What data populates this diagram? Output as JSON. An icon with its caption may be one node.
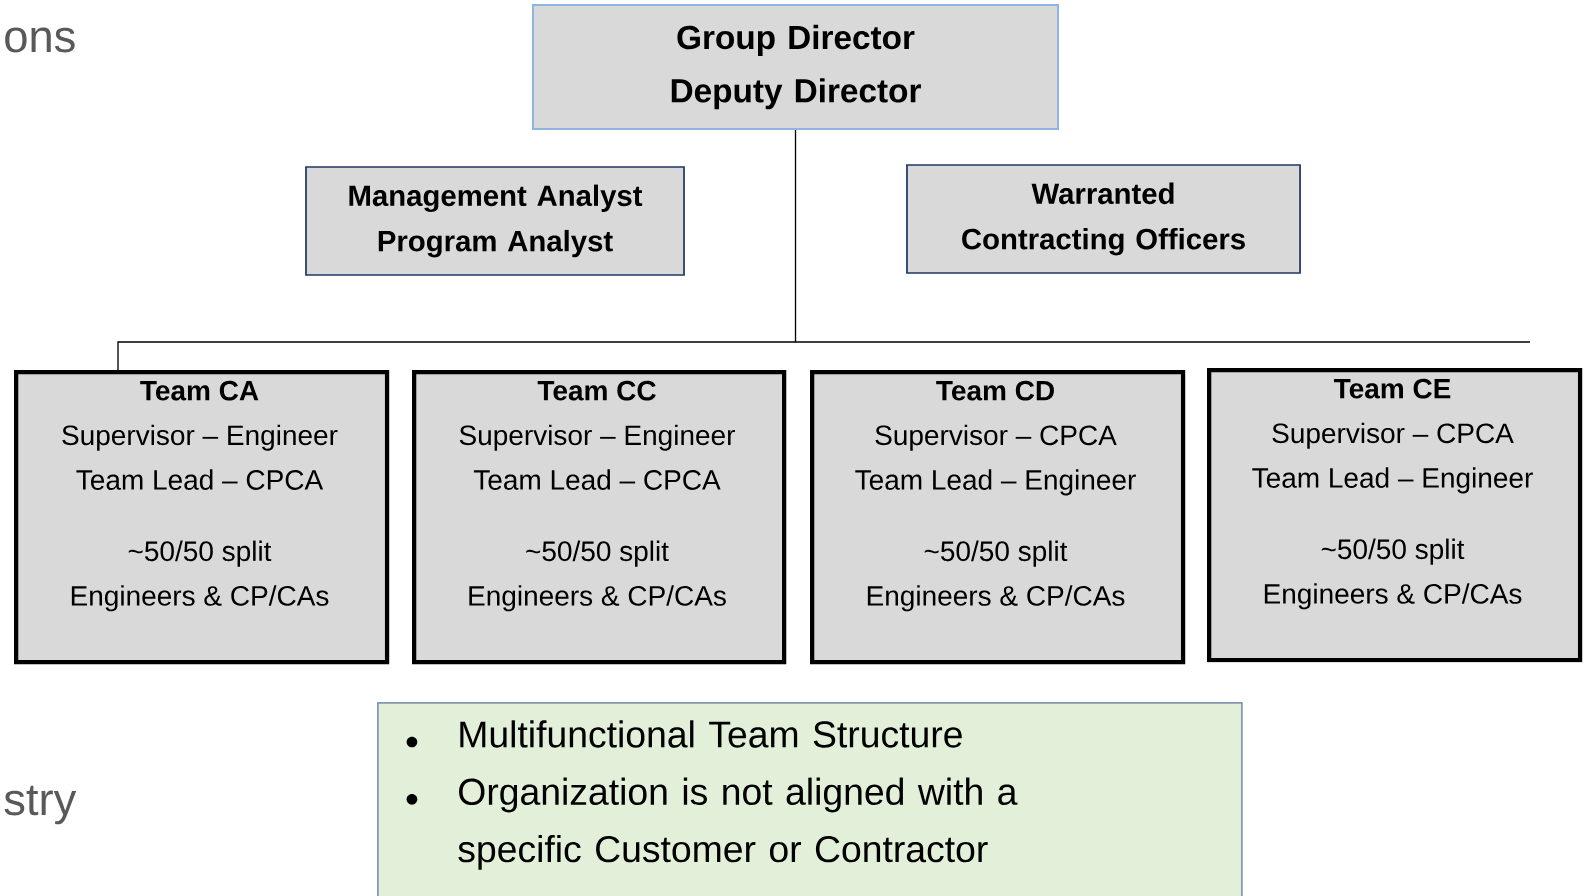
{
  "diagram": {
    "nodes": [
      {
        "text": [
          "Group Director",
          "Deputy Director"
        ]
      },
      {
        "text": [
          "Management Analyst",
          "Program Analyst"
        ]
      },
      {
        "text": [
          "Warranted Contracting Officers"
        ]
      },
      {
        "text": [
          "Team CA",
          "Supervisor – Engineer",
          "Team Lead – CPCA",
          "~50/50 split",
          "Engineers & CP/CAs"
        ]
      },
      {
        "text": [
          "Team CC",
          "Supervisor – Engineer",
          "Team Lead – CPCA",
          "~50/50 split",
          "Engineers & CP/CAs"
        ]
      },
      {
        "text": [
          "Team CD",
          "Supervisor – CPCA",
          "Team Lead – Engineer",
          "~50/50 split",
          "Engineers & CP/CAs"
        ]
      },
      {
        "text": [
          "Team CE",
          "Supervisor – CPCA",
          "Team Lead – Engineer",
          "~50/50 split",
          "Engineers & CP/CAs"
        ]
      },
      {
        "text": [
          "Multifunctional Team Structure",
          "Organization is not aligned with a specific Customer or Contractor"
        ]
      }
    ],
    "edges": [
      {
        "from": 0,
        "to": 3,
        "arrow": "none"
      }
    ],
    "labels": [
      "ons",
      "stry"
    ]
  }
}
